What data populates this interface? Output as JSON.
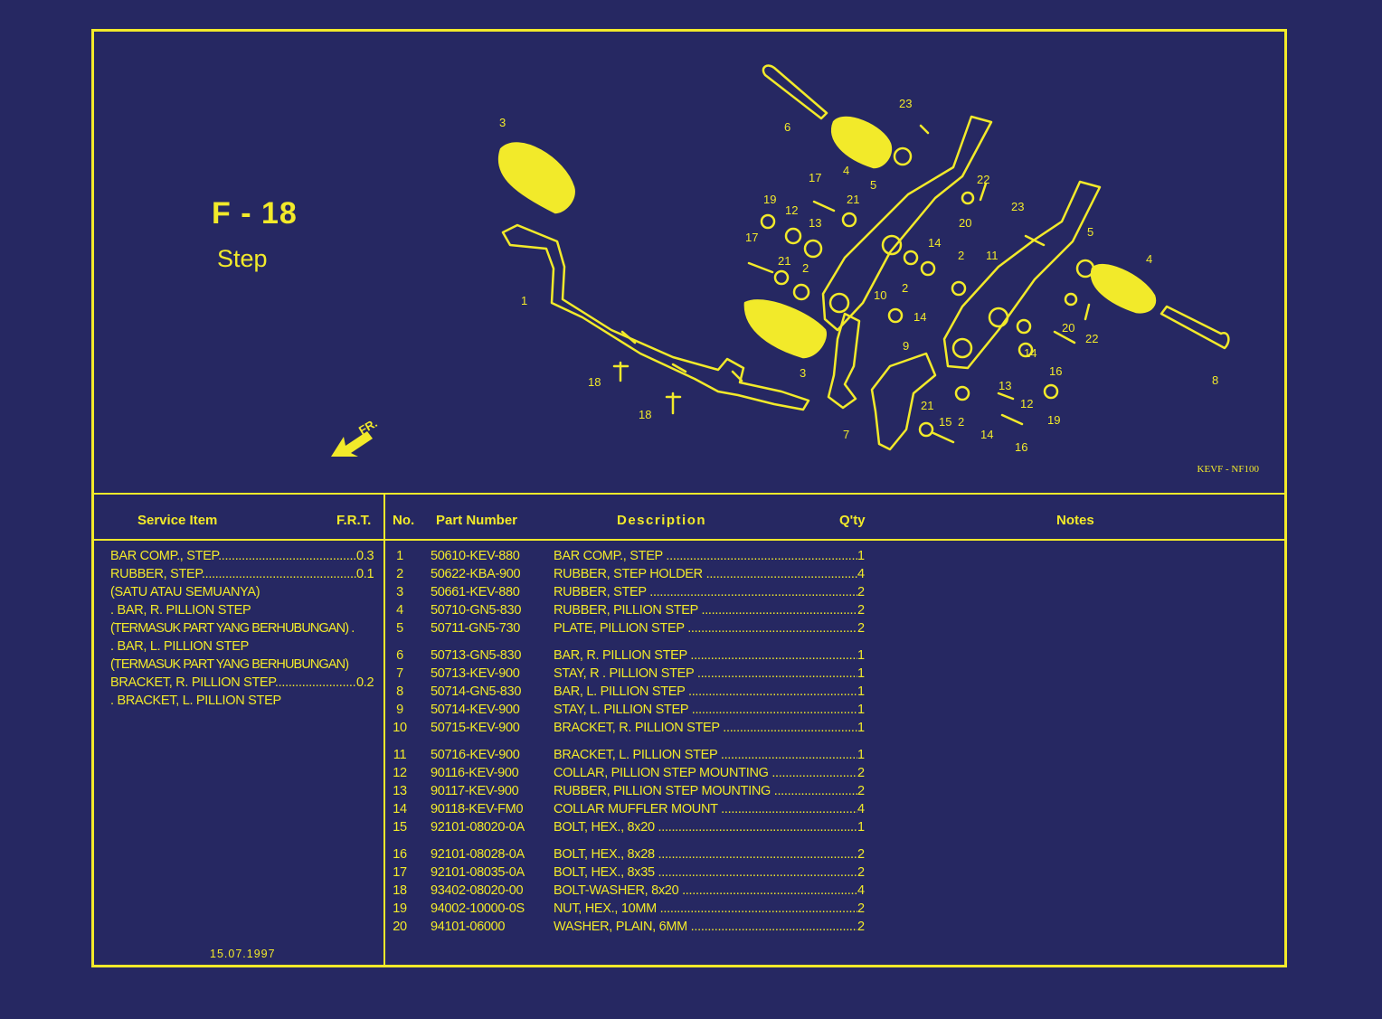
{
  "page": {
    "code": "F - 18",
    "name": "Step",
    "model_code": "KEVF - NF100",
    "front_label": "FR.",
    "date": "15.07.1997"
  },
  "diagram": {
    "callouts": [
      "1",
      "2",
      "2",
      "2",
      "2",
      "3",
      "3",
      "4",
      "4",
      "5",
      "5",
      "6",
      "7",
      "8",
      "9",
      "10",
      "11",
      "12",
      "12",
      "13",
      "13",
      "14",
      "14",
      "14",
      "14",
      "15",
      "16",
      "16",
      "17",
      "17",
      "18",
      "18",
      "19",
      "19",
      "20",
      "20",
      "21",
      "21",
      "21",
      "22",
      "22",
      "23",
      "23"
    ]
  },
  "headers": {
    "service_item": "Service Item",
    "frt": "F.R.T.",
    "no": "No.",
    "part_number": "Part Number",
    "description": "Description",
    "qty": "Q'ty",
    "notes": "Notes"
  },
  "service_items": [
    {
      "text": "BAR COMP., STEP",
      "frt": "0.3",
      "leader": true
    },
    {
      "text": "RUBBER, STEP",
      "frt": "0.1",
      "leader": true
    },
    {
      "text": "(SATU ATAU SEMUANYA)",
      "frt": "",
      "leader": false
    },
    {
      "text": ". BAR, R. PILLION STEP",
      "frt": "",
      "leader": false
    },
    {
      "text": "(TERMASUK PART YANG BERHUBUNGAN) .",
      "frt": "",
      "leader": false
    },
    {
      "text": ". BAR, L. PILLION STEP",
      "frt": "",
      "leader": false
    },
    {
      "text": "(TERMASUK PART YANG BERHUBUNGAN)",
      "frt": "",
      "leader": false
    },
    {
      "text": "BRACKET, R. PILLION STEP",
      "frt": "0.2",
      "leader": true
    },
    {
      "text": ". BRACKET, L. PILLION STEP",
      "frt": "",
      "leader": false
    }
  ],
  "parts": [
    {
      "no": "1",
      "part_number": "50610-KEV-880",
      "description": "BAR COMP., STEP",
      "qty": "1"
    },
    {
      "no": "2",
      "part_number": "50622-KBA-900",
      "description": "RUBBER, STEP HOLDER",
      "qty": "4"
    },
    {
      "no": "3",
      "part_number": "50661-KEV-880",
      "description": "RUBBER, STEP",
      "qty": "2"
    },
    {
      "no": "4",
      "part_number": "50710-GN5-830",
      "description": "RUBBER, PILLION STEP",
      "qty": "2"
    },
    {
      "no": "5",
      "part_number": "50711-GN5-730",
      "description": "PLATE, PILLION STEP",
      "qty": "2"
    },
    {
      "no": "6",
      "part_number": "50713-GN5-830",
      "description": "BAR, R. PILLION STEP",
      "qty": "1"
    },
    {
      "no": "7",
      "part_number": "50713-KEV-900",
      "description": "STAY, R . PILLION STEP",
      "qty": "1"
    },
    {
      "no": "8",
      "part_number": "50714-GN5-830",
      "description": "BAR, L. PILLION STEP",
      "qty": "1"
    },
    {
      "no": "9",
      "part_number": "50714-KEV-900",
      "description": "STAY, L. PILLION STEP",
      "qty": "1"
    },
    {
      "no": "10",
      "part_number": "50715-KEV-900",
      "description": "BRACKET, R. PILLION STEP",
      "qty": "1"
    },
    {
      "no": "11",
      "part_number": "50716-KEV-900",
      "description": "BRACKET, L. PILLION STEP",
      "qty": "1"
    },
    {
      "no": "12",
      "part_number": "90116-KEV-900",
      "description": "COLLAR, PILLION STEP MOUNTING",
      "qty": "2"
    },
    {
      "no": "13",
      "part_number": "90117-KEV-900",
      "description": "RUBBER, PILLION STEP MOUNTING",
      "qty": "2"
    },
    {
      "no": "14",
      "part_number": "90118-KEV-FM0",
      "description": "COLLAR MUFFLER MOUNT",
      "qty": "4"
    },
    {
      "no": "15",
      "part_number": "92101-08020-0A",
      "description": "BOLT, HEX., 8x20",
      "qty": "1"
    },
    {
      "no": "16",
      "part_number": "92101-08028-0A",
      "description": "BOLT, HEX., 8x28",
      "qty": "2"
    },
    {
      "no": "17",
      "part_number": "92101-08035-0A",
      "description": "BOLT, HEX., 8x35",
      "qty": "2"
    },
    {
      "no": "18",
      "part_number": "93402-08020-00",
      "description": "BOLT-WASHER, 8x20",
      "qty": "4"
    },
    {
      "no": "19",
      "part_number": "94002-10000-0S",
      "description": "NUT, HEX., 10MM",
      "qty": "2"
    },
    {
      "no": "20",
      "part_number": "94101-06000",
      "description": "WASHER, PLAIN, 6MM",
      "qty": "2"
    }
  ],
  "colors": {
    "background": "#262862",
    "ink": "#f2ea2a"
  }
}
